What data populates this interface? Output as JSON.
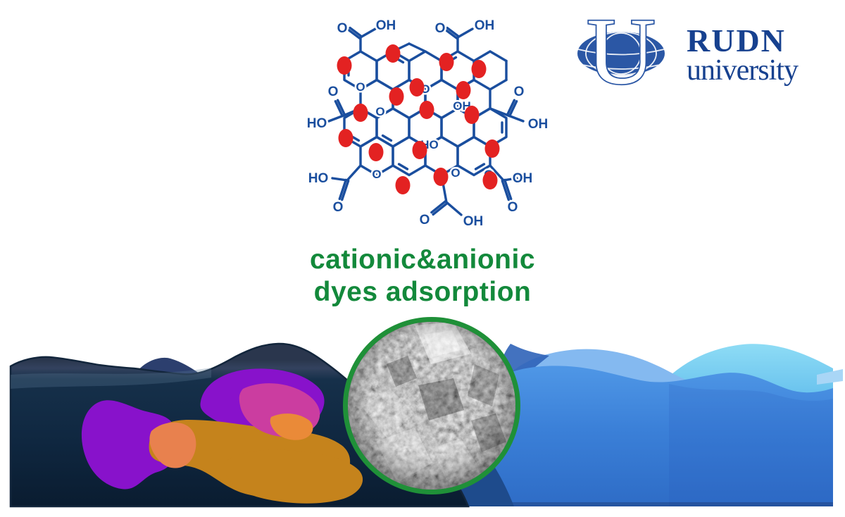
{
  "title": {
    "line1": "cationic&anionic",
    "line2": "dyes adsorption"
  },
  "logo": {
    "monogram": "U",
    "name": "RUDN",
    "subname": "university"
  },
  "molecule": {
    "labels": {
      "o": "O",
      "oh": "OH",
      "ho": "HO"
    }
  },
  "colors": {
    "molecule_blue": "#1a4e9e",
    "oxygen_red": "#e32222",
    "title_green": "#13893b",
    "ring_green": "#1f9038",
    "logo_blue": "#2b57a5",
    "logo_text_navy": "#17418f",
    "polluted_water_dark": "#0b1f35",
    "polluted_water_top": "#2a364d",
    "hill_navy": "#2c3f6e",
    "clean_water_blue": "#3a80d8",
    "wave_light_blue": "#84b9f0",
    "wave_cyan": "#7fd0f0",
    "dye_purple": "#8812cb",
    "dye_orange": "#c5831c",
    "dye_magenta": "#cb3da0",
    "dye_coral": "#e8814e",
    "dye_bright_orange": "#ea8a38"
  }
}
